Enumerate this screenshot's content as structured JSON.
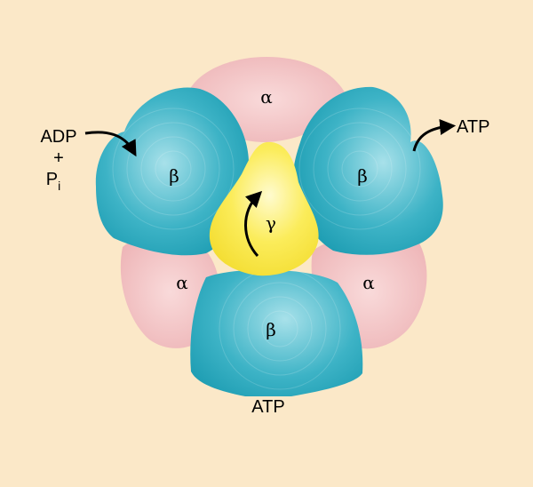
{
  "colors": {
    "background": "#fbe8c8",
    "alpha_subunit": "#efbcbc",
    "beta_subunit": "#1aa3b8",
    "gamma_subunit": "#f6e23c",
    "arrow": "#000000"
  },
  "subunits": {
    "alpha_top": "α",
    "alpha_left": "α",
    "alpha_right": "α",
    "beta_left": "β",
    "beta_right": "β",
    "beta_bottom": "β",
    "gamma": "γ"
  },
  "labels": {
    "adp": "ADP",
    "plus": "+",
    "p": "P",
    "p_subscript": "i",
    "atp_out": "ATP",
    "atp_bound": "ATP"
  }
}
